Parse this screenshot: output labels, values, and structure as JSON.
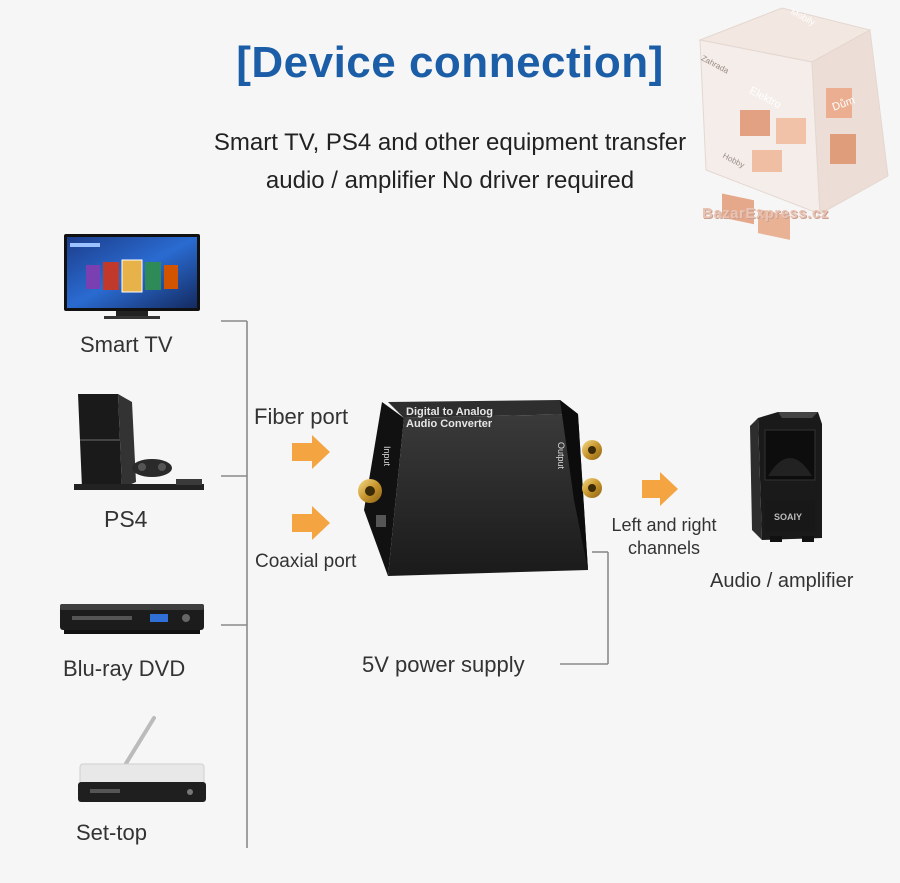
{
  "header": {
    "title": "[Device connection]",
    "subtitle_line1": "Smart TV, PS4 and other equipment transfer",
    "subtitle_line2": "audio / amplifier No driver required"
  },
  "sources": [
    {
      "label": "Smart TV",
      "icon": "smart-tv-icon"
    },
    {
      "label": "PS4",
      "icon": "ps4-console-icon"
    },
    {
      "label": "Blu-ray DVD",
      "icon": "bluray-player-icon"
    },
    {
      "label": "Set-top",
      "icon": "set-top-box-icon"
    }
  ],
  "converter": {
    "face_line1": "Digital to Analog",
    "face_line2": "Audio Converter",
    "input_label": "Input",
    "output_label": "Output"
  },
  "ports": {
    "fiber": "Fiber port",
    "coaxial": "Coaxial port"
  },
  "output": {
    "channels_line1": "Left and right",
    "channels_line2": "channels",
    "device_label": "Audio / amplifier",
    "speaker_brand": "SOAIY"
  },
  "power": {
    "label": "5V power supply"
  },
  "watermark": {
    "text": "BazarExpress.cz",
    "cube_words": [
      "Mobily",
      "Elektro",
      "Dům",
      "Zahrada",
      "Hobby"
    ]
  },
  "colors": {
    "title_blue": "#1b5ea7",
    "arrow_orange": "#f5a442",
    "connector_line": "#8a8a8a"
  }
}
